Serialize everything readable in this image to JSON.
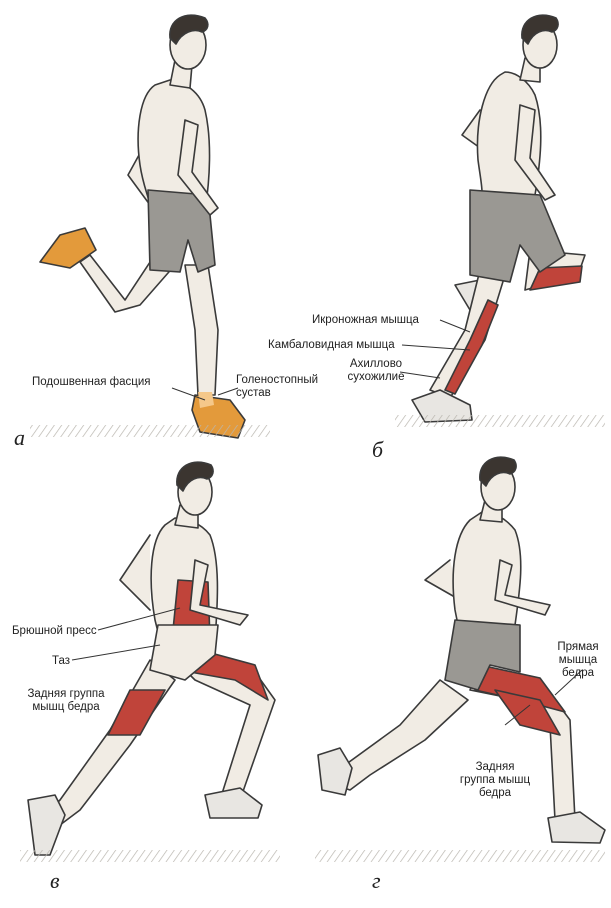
{
  "panels": [
    {
      "letter": "а",
      "labels": {
        "plantar_fascia": "Подошвенная фасция",
        "ankle_joint_line1": "Голеностопный",
        "ankle_joint_line2": "сустав"
      },
      "highlight_color": "#e39a3b"
    },
    {
      "letter": "б",
      "labels": {
        "gastrocnemius": "Икроножная мышца",
        "soleus": "Камбаловидная мышца",
        "achilles_line1": "Ахиллово",
        "achilles_line2": "сухожилие"
      },
      "highlight_color": "#c0443a"
    },
    {
      "letter": "в",
      "labels": {
        "abdominals": "Брюшной пресс",
        "pelvis": "Таз",
        "hamstrings_line1": "Задняя группа",
        "hamstrings_line2": "мышц бедра"
      },
      "highlight_color": "#c0443a"
    },
    {
      "letter": "г",
      "labels": {
        "rectus_femoris_line1": "Прямая",
        "rectus_femoris_line2": "мышца",
        "rectus_femoris_line3": "бедра",
        "hamstrings_line1": "Задняя",
        "hamstrings_line2": "группа мышц",
        "hamstrings_line3": "бедра"
      },
      "highlight_color": "#c0443a"
    }
  ],
  "colors": {
    "skin": "#f1ece4",
    "outline": "#3a3a3a",
    "shorts": "#9a9893",
    "hair": "#3b3530",
    "shoe": "#e8e6e2",
    "ground": "#b9b5ae"
  }
}
